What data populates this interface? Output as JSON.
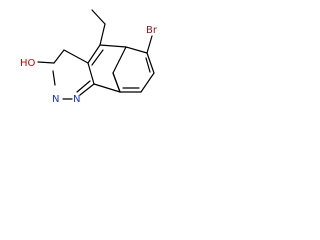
{
  "structure": {
    "atoms": {
      "br": {
        "label": "Br",
        "color": "#8b1a1a"
      },
      "oh": {
        "label": "HO",
        "color": "#d40000"
      },
      "n_upper": {
        "label": "N",
        "color": "#1a33cc"
      },
      "n_lower": {
        "label": "N",
        "color": "#1a33cc"
      }
    },
    "bond_color": "#000000"
  }
}
